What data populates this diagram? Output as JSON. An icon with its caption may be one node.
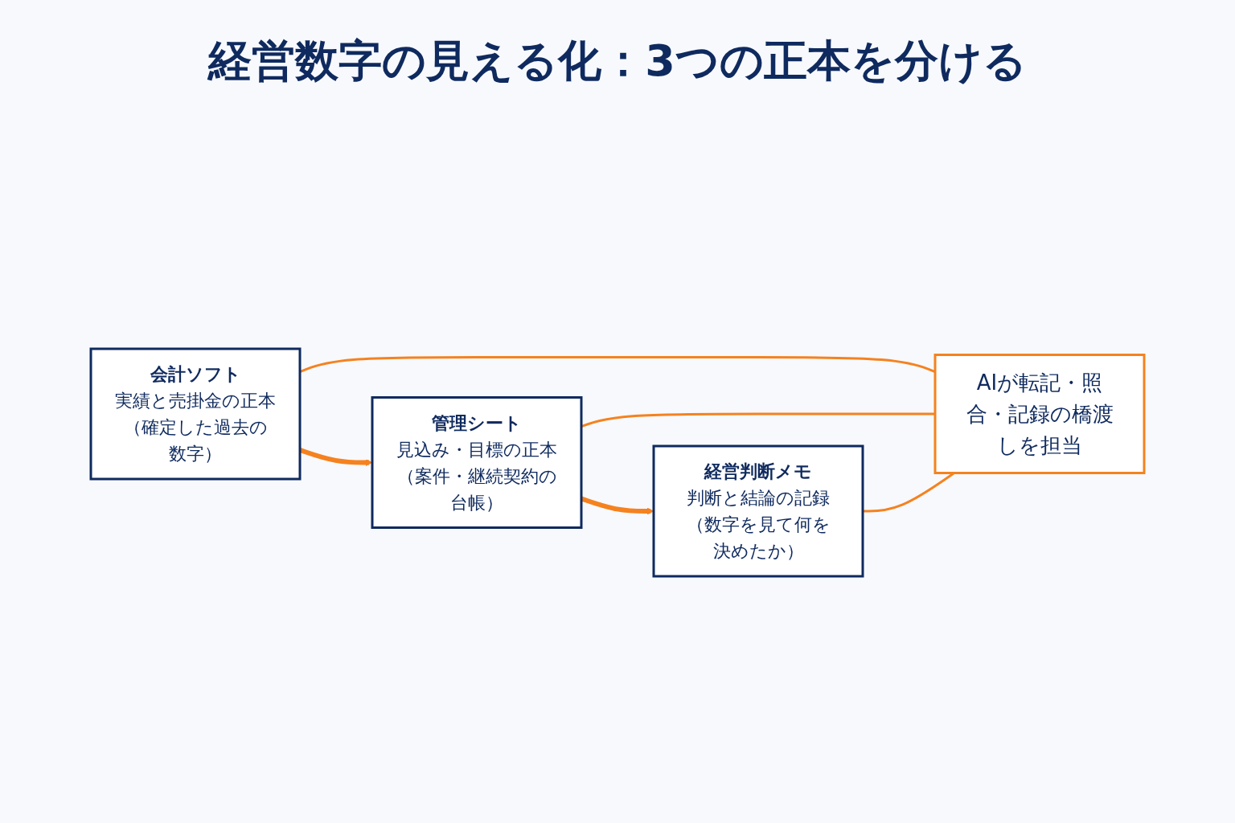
{
  "diagram": {
    "title": "経営数字の見える化：3つの正本を分ける",
    "nodes": [
      {
        "text": [
          "会計ソフト",
          "実績と売掛金の正本（確定した過去の数字）"
        ]
      },
      {
        "text": [
          "管理シート",
          "見込み・目標の正本（案件・継続契約の台帳）"
        ]
      },
      {
        "text": [
          "経営判断メモ",
          "判断と結論の記録（数字を見て何を決めたか）"
        ]
      },
      {
        "text": [
          "AIが転記・照合・記録の橋渡しを担当"
        ]
      }
    ],
    "edges": [
      {
        "from": 0,
        "to": 1,
        "arrow": "to",
        "style": "thick",
        "color": "#f5821f"
      },
      {
        "from": 1,
        "to": 2,
        "arrow": "to",
        "style": "thick",
        "color": "#f5821f"
      },
      {
        "from": 0,
        "to": 3,
        "arrow": "none",
        "color": "#f5821f"
      },
      {
        "from": 1,
        "to": 3,
        "arrow": "none",
        "color": "#f5821f"
      },
      {
        "from": 2,
        "to": 3,
        "arrow": "none",
        "color": "#f5821f"
      }
    ]
  }
}
